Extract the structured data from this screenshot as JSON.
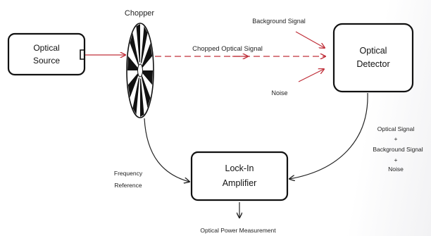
{
  "diagram": {
    "chopper_label": "Chopper",
    "source": {
      "line1": "Optical",
      "line2": "Source"
    },
    "detector": {
      "line1": "Optical",
      "line2": "Detector"
    },
    "amplifier": {
      "line1": "Lock-In",
      "line2": "Amplifier"
    },
    "background_signal": "Background Signal",
    "chopped_signal": "Chopped Optical Signal",
    "noise": "Noise",
    "detector_output": {
      "line1": "Optical Signal",
      "plus1": "+",
      "line2": "Background Signal",
      "plus2": "+",
      "line3": "Noise"
    },
    "frequency_reference": {
      "line1": "Frequency",
      "line2": "Reference"
    },
    "output": "Optical Power Measurement",
    "colors": {
      "signal_arrow": "#c0303a",
      "connector": "#222222",
      "box_stroke": "#111111"
    }
  }
}
